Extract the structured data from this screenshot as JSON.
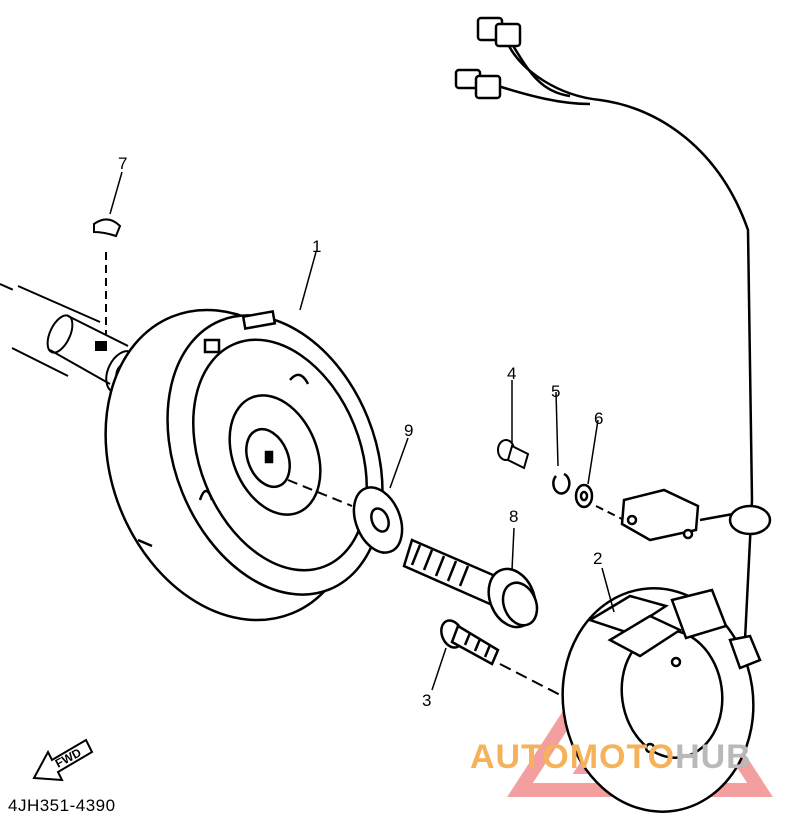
{
  "diagram": {
    "part_code": "4JH351-4390",
    "fwd_label": "FWD",
    "callouts": {
      "p1": "1",
      "p2": "2",
      "p3": "3",
      "p4": "4",
      "p5": "5",
      "p6": "6",
      "p7": "7",
      "p8": "8",
      "p9": "9"
    }
  },
  "watermark": {
    "text_a": "AUTOMOTO",
    "text_b": "HUB",
    "colors": {
      "accent": "#f5b25a",
      "grey": "#b9b9b9",
      "logo": "#f08080"
    }
  }
}
